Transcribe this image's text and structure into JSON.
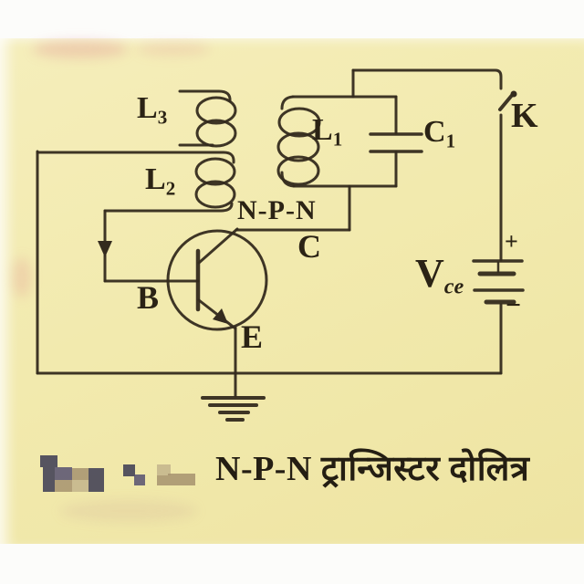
{
  "page": {
    "background": "#f2eaae",
    "ink": "#342b1e"
  },
  "circuit": {
    "coil_l3_label": {
      "base": "L",
      "sub": "3"
    },
    "coil_l2_label": {
      "base": "L",
      "sub": "2"
    },
    "coil_l1_label": {
      "base": "L",
      "sub": "1"
    },
    "capacitor_c1_label": {
      "base": "C",
      "sub": "1"
    },
    "switch_label": "K",
    "transistor_type_label": "N-P-N",
    "collector_label": "C",
    "base_label": "B",
    "emitter_label": "E",
    "battery_label": {
      "base": "V",
      "sub": "ce"
    },
    "battery_positive": "+",
    "battery_negative": "−"
  },
  "caption": {
    "text": "N-P-N ट्रान्जिस्टर दोलित्र"
  },
  "mosaic": {
    "colors": {
      "dark": "#3b3a52",
      "mid": "#565070",
      "tan": "#a6926e",
      "beige": "#c3b48c"
    },
    "blocks": [
      [
        44,
        499,
        19,
        13,
        "dark"
      ],
      [
        47,
        512,
        13,
        27,
        "dark"
      ],
      [
        60,
        512,
        19,
        14,
        "mid"
      ],
      [
        79,
        513,
        18,
        13,
        "tan"
      ],
      [
        97,
        513,
        17,
        13,
        "dark"
      ],
      [
        60,
        526,
        19,
        13,
        "tan"
      ],
      [
        79,
        526,
        18,
        13,
        "beige"
      ],
      [
        97,
        526,
        17,
        13,
        "dark"
      ],
      [
        135,
        509,
        13,
        13,
        "dark"
      ],
      [
        147,
        520,
        12,
        12,
        "mid"
      ],
      [
        172,
        509,
        15,
        12,
        "beige"
      ],
      [
        184,
        519,
        30,
        13,
        "tan"
      ],
      [
        172,
        521,
        12,
        11,
        "tan"
      ]
    ]
  }
}
